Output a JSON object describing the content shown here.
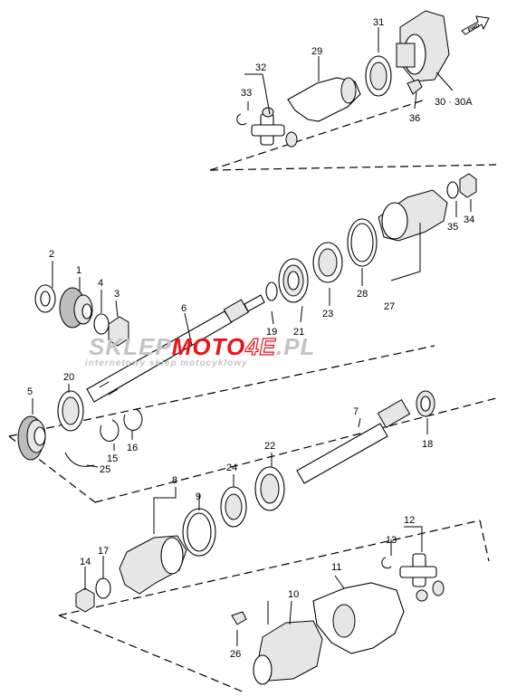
{
  "fwd_label": "FWD",
  "watermark": {
    "brand_a": "SKLEP",
    "brand_b": "MOTO",
    "brand_c": "4E",
    "brand_d": ".PL",
    "tagline": "internetowy sklep motocyklowy"
  },
  "labels": {
    "l1": "1",
    "l2": "2",
    "l3": "3",
    "l4": "4",
    "l5": "5",
    "l6": "6",
    "l7": "7",
    "l8": "8",
    "l9": "9",
    "l10": "10",
    "l11": "11",
    "l12": "12",
    "l13": "13",
    "l14": "14",
    "l15": "15",
    "l16": "16",
    "l17": "17",
    "l18": "18",
    "l19": "19",
    "l20": "20",
    "l21": "21",
    "l22": "22",
    "l23": "23",
    "l24": "24",
    "l25": "25",
    "l26": "26",
    "l27": "27",
    "l28": "28",
    "l29": "29",
    "l30": "30 · 30A",
    "l31": "31",
    "l32": "32",
    "l33": "33",
    "l34": "34",
    "l35": "35",
    "l36": "36"
  },
  "colors": {
    "line": "#000000",
    "watermark_red": "#e8121a",
    "watermark_grey": "#bfbfbf"
  }
}
